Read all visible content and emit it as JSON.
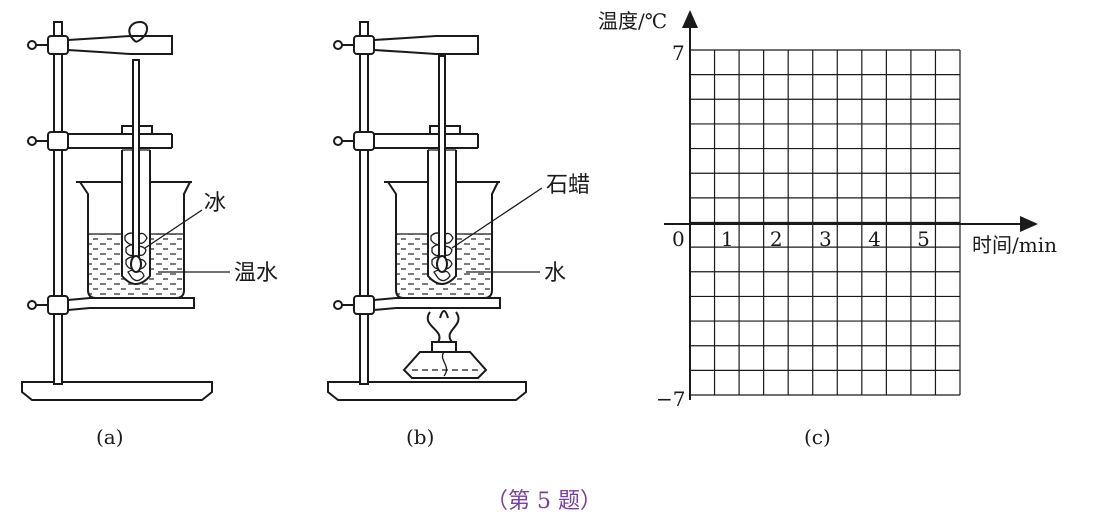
{
  "labels": {
    "ice": "冰",
    "warm_water": "温水",
    "paraffin": "石蜡",
    "water": "水",
    "caption_a": "(a)",
    "caption_b": "(b)",
    "caption_c": "(c)",
    "question": "（第 5 题）"
  },
  "graph": {
    "y_axis_label": "温度/℃",
    "x_axis_label": "时间/min",
    "y_max_label": "7",
    "y_min_label": "−7",
    "origin_label": "0",
    "x_ticks": [
      "1",
      "2",
      "3",
      "4",
      "5"
    ]
  },
  "colors": {
    "ink": "#1a1a1a",
    "water_dash": "#333333",
    "caption": "#7a3fa0"
  }
}
